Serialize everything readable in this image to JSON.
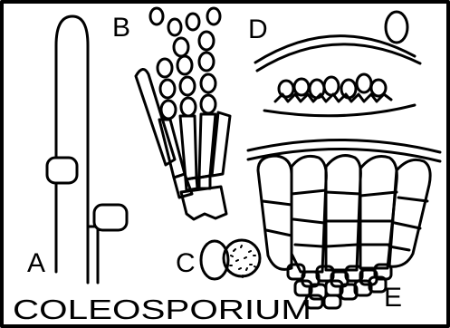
{
  "plate": {
    "title": "COLEOSPORIUM",
    "panels": [
      {
        "label": "A"
      },
      {
        "label": "B"
      },
      {
        "label": "C"
      },
      {
        "label": "D"
      },
      {
        "label": "E"
      }
    ]
  },
  "colors": {
    "ink": "#000000",
    "paper": "#ffffff"
  }
}
